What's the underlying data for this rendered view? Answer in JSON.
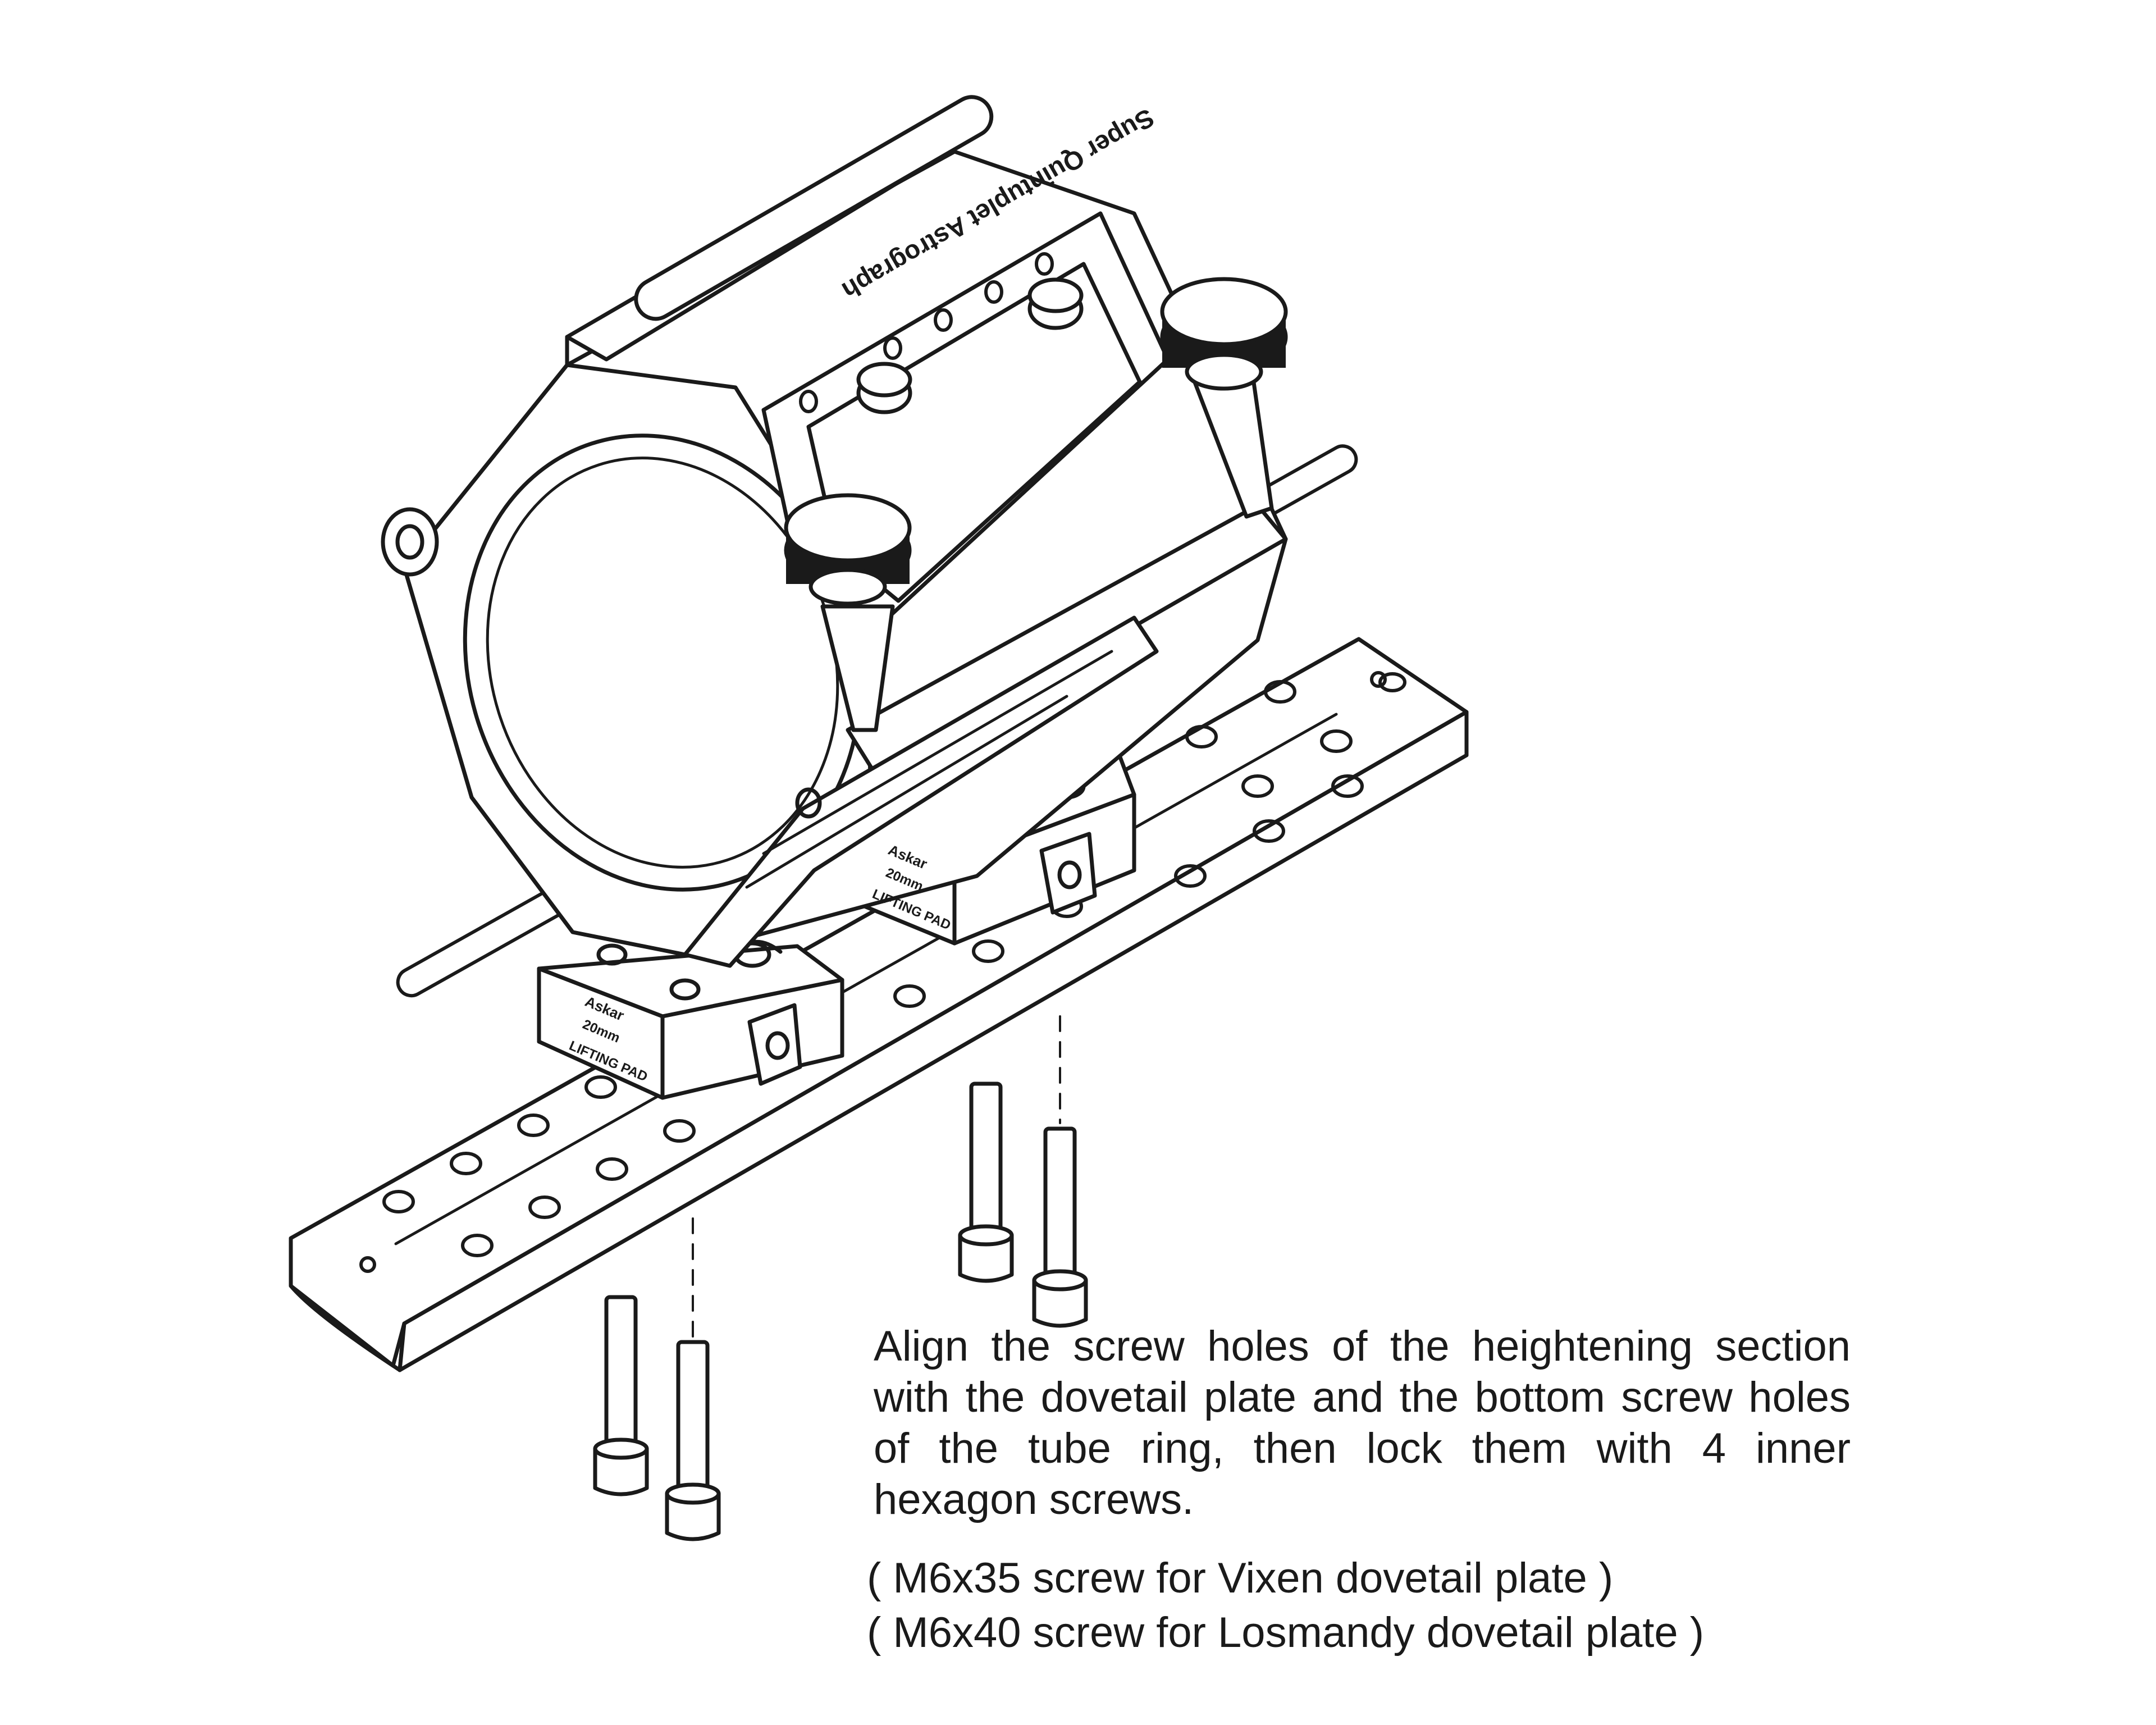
{
  "labels": {
    "ring_engraving": "Super Quintuplet Astrograph",
    "pad_brand": "Askar",
    "pad_size": "20mm",
    "pad_name": "LIFTING PAD"
  },
  "instruction": "Align the screw holes of the heightening section with the dovetail plate and the bottom screw holes of the tube ring, then lock them with 4 inner hexagon screws.",
  "notes": [
    "( M6x35 screw for Vixen dovetail plate )",
    "( M6x40 screw for Losmandy dovetail plate )"
  ],
  "colors": {
    "line": "#1a1a1a",
    "background": "#ffffff"
  }
}
